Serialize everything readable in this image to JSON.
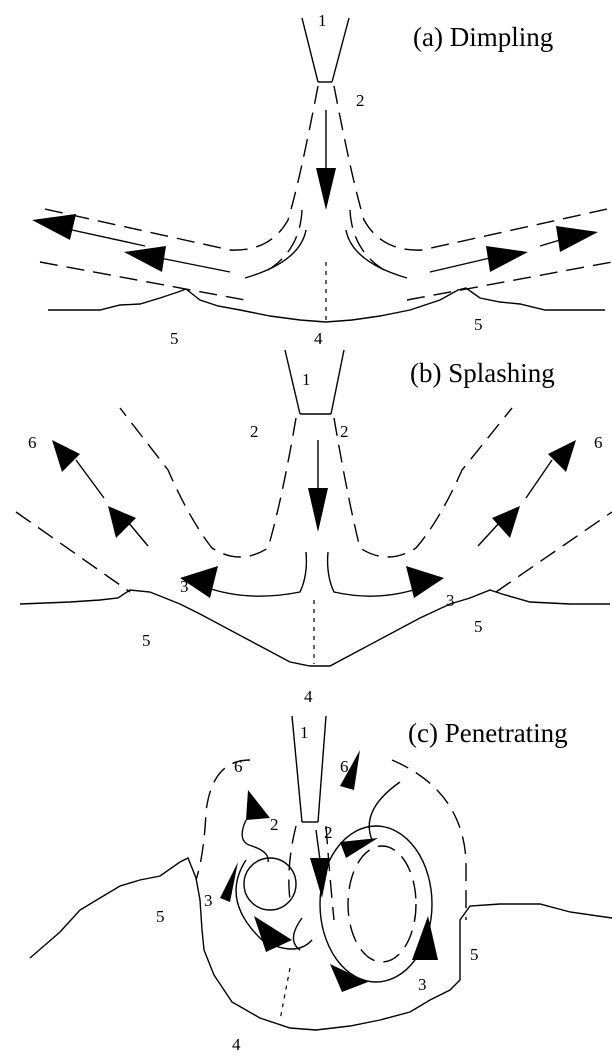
{
  "panels": [
    {
      "id": "a",
      "title": "(a) Dimpling"
    },
    {
      "id": "b",
      "title": "(b) Splashing"
    },
    {
      "id": "c",
      "title": "(c) Penetrating"
    }
  ],
  "labels": {
    "one": "1",
    "two": "2",
    "three": "3",
    "four": "4",
    "five": "5",
    "six": "6"
  }
}
